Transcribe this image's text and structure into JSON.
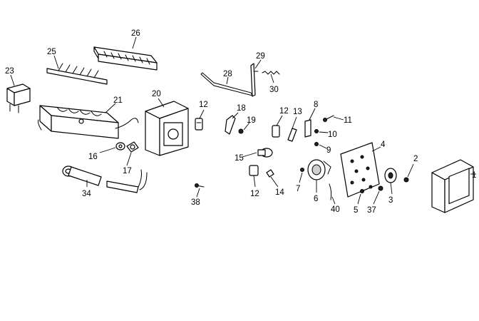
{
  "callouts": [
    "1",
    "2",
    "3",
    "4",
    "5",
    "6",
    "7",
    "8",
    "9",
    "10",
    "11",
    "12",
    "13",
    "14",
    "15",
    "16",
    "17",
    "18",
    "19",
    "20",
    "21",
    "23",
    "25",
    "26",
    "28",
    "29",
    "30",
    "34",
    "37",
    "38",
    "40"
  ]
}
